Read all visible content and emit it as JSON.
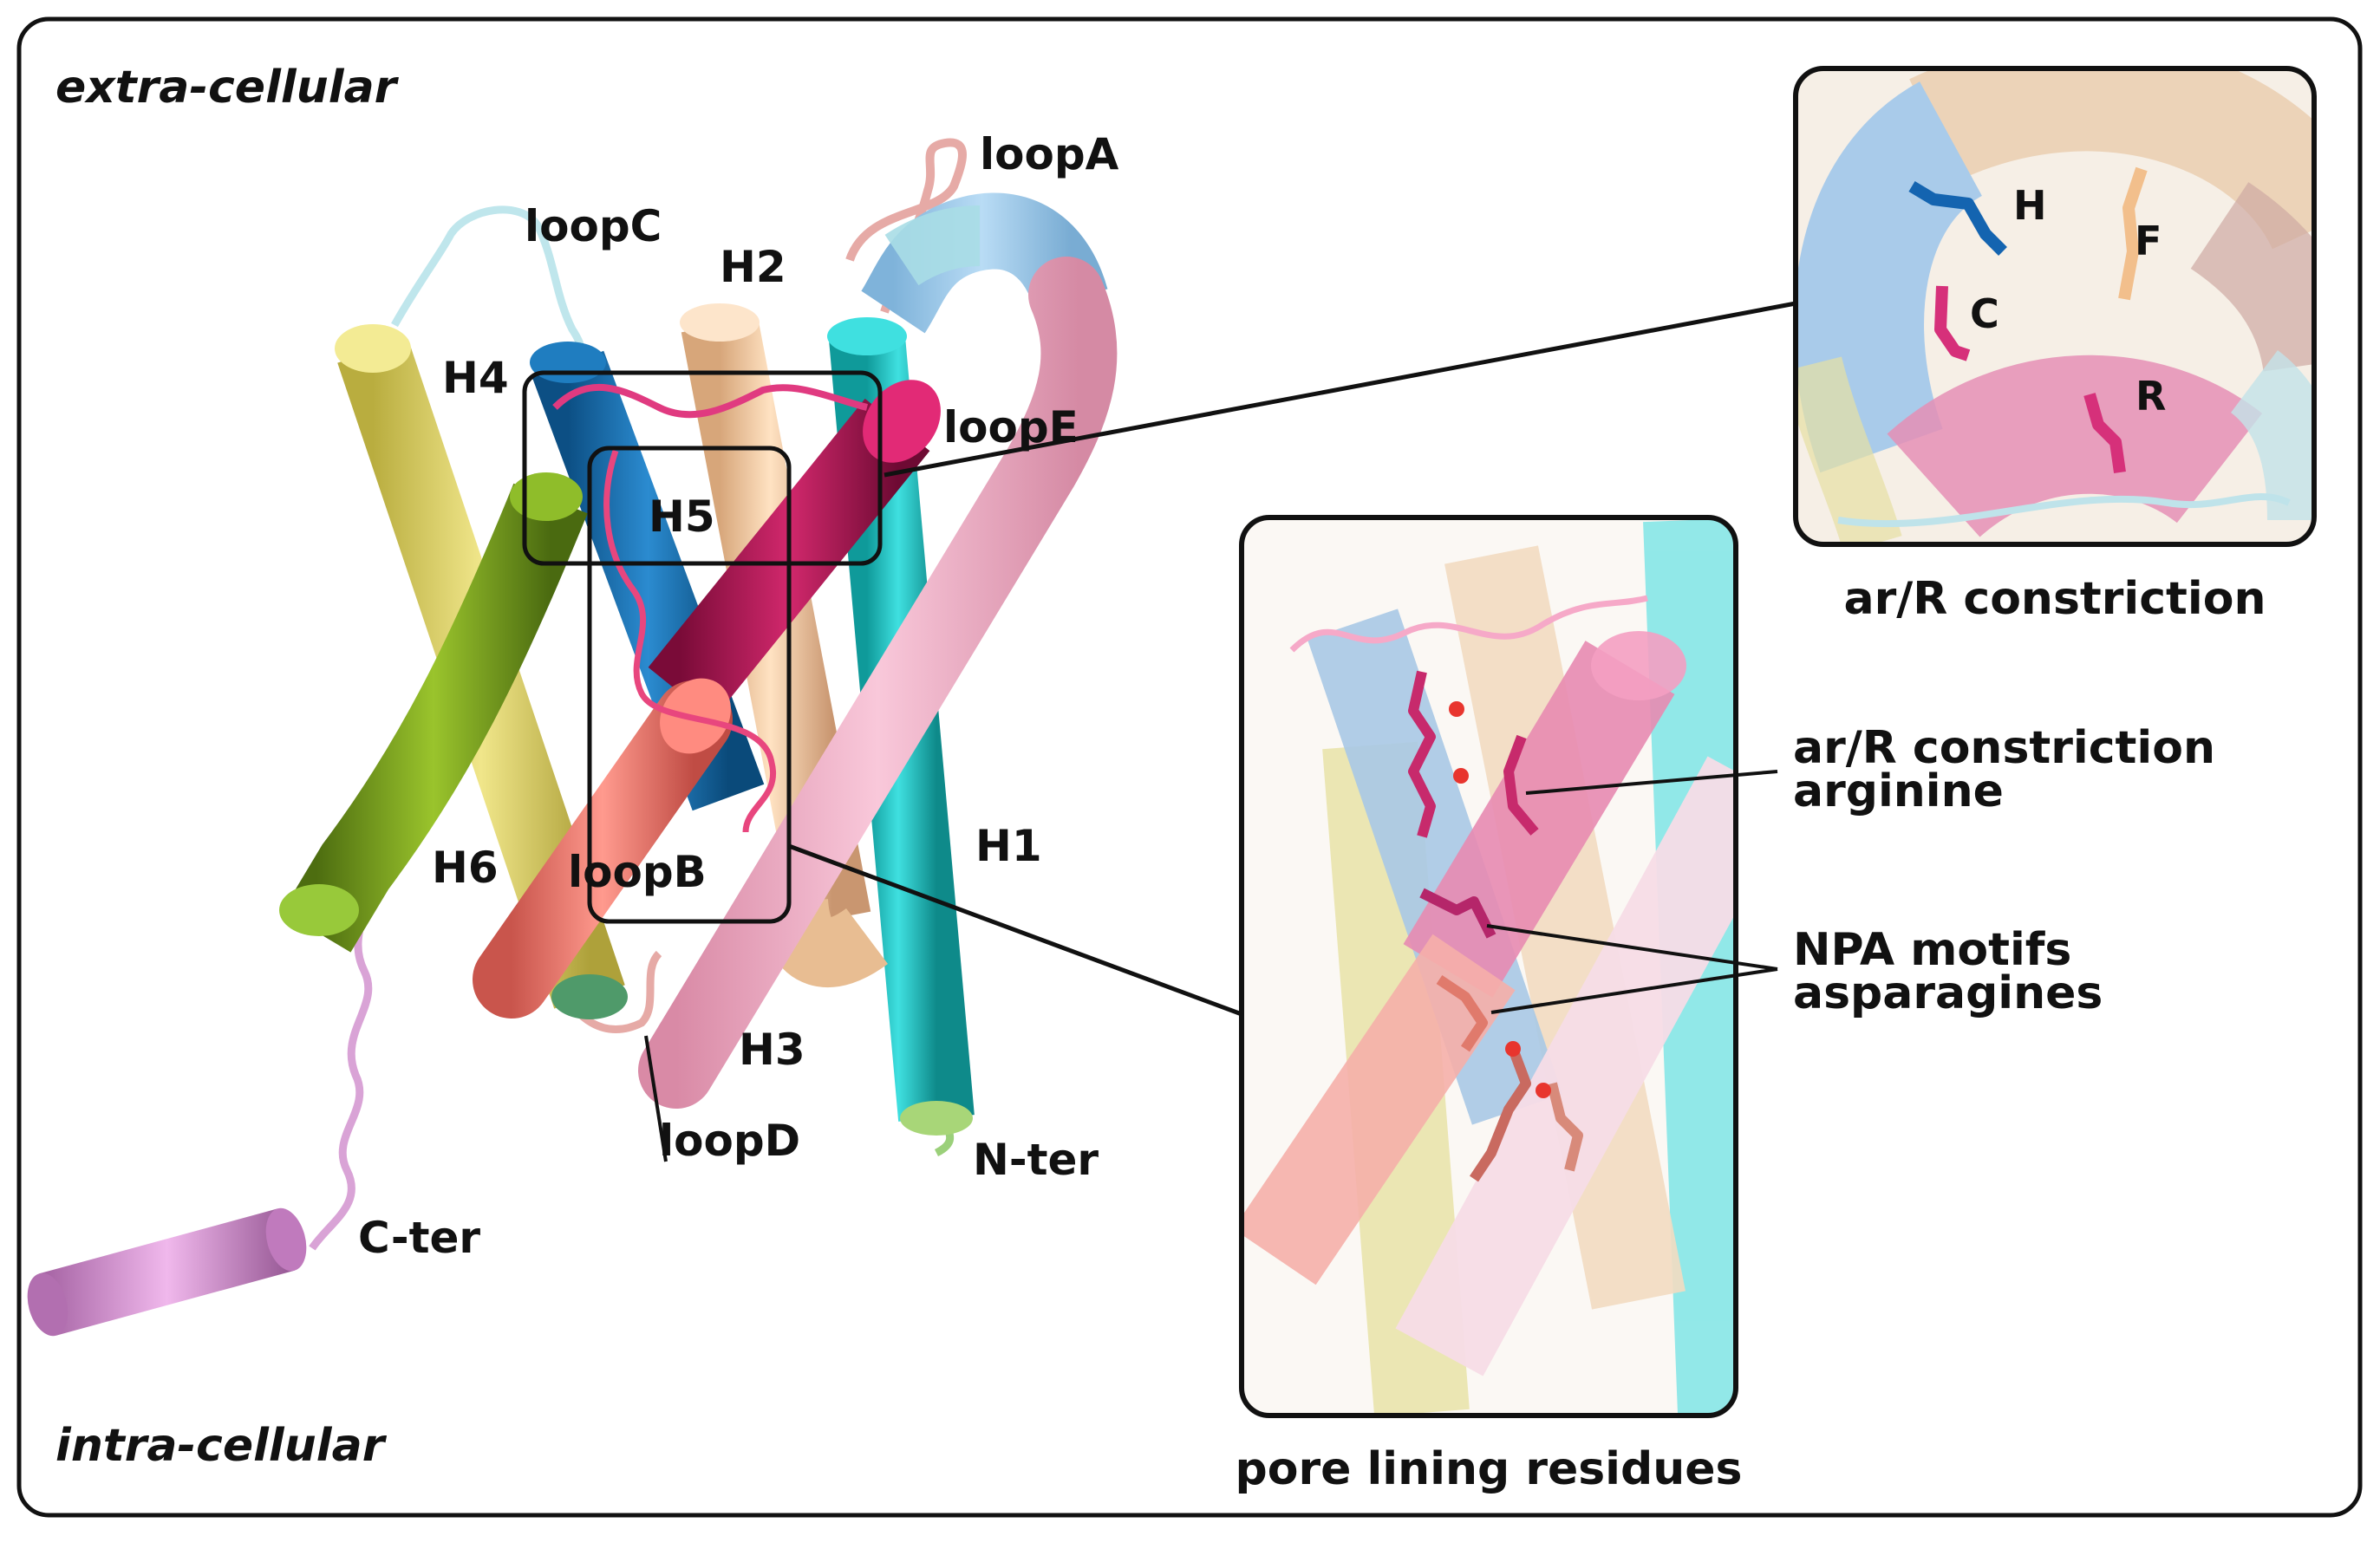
{
  "regions": {
    "extra": "extra-cellular",
    "intra": "intra-cellular"
  },
  "labels": {
    "loopA": "loopA",
    "loopB": "loopB",
    "loopC": "loopC",
    "loopD": "loopD",
    "loopE": "loopE",
    "H1": "H1",
    "H2": "H2",
    "H3": "H3",
    "H4": "H4",
    "H5": "H5",
    "H6": "H6",
    "nter": "N-ter",
    "cter": "C-ter"
  },
  "inset_arR": {
    "caption": "ar/R constriction",
    "residues": {
      "H": "H",
      "F": "F",
      "C": "C",
      "R": "R"
    }
  },
  "inset_pore": {
    "caption": "pore lining residues",
    "callout_arginine": [
      "ar/R constriction",
      "arginine"
    ],
    "callout_npa": [
      "NPA motifs",
      "asparagines"
    ]
  },
  "colors": {
    "H1": "#22c6c6",
    "H2": "#f5cfa6",
    "H3": "#f2b0c8",
    "H4": "#1a73b3",
    "H5": "#c3195d",
    "H6": "#7fa61f",
    "H6b": "#e0d56a",
    "salmon": "#f07a70",
    "cter_helix": "#d99ad6",
    "loop": "#a8dde6"
  }
}
